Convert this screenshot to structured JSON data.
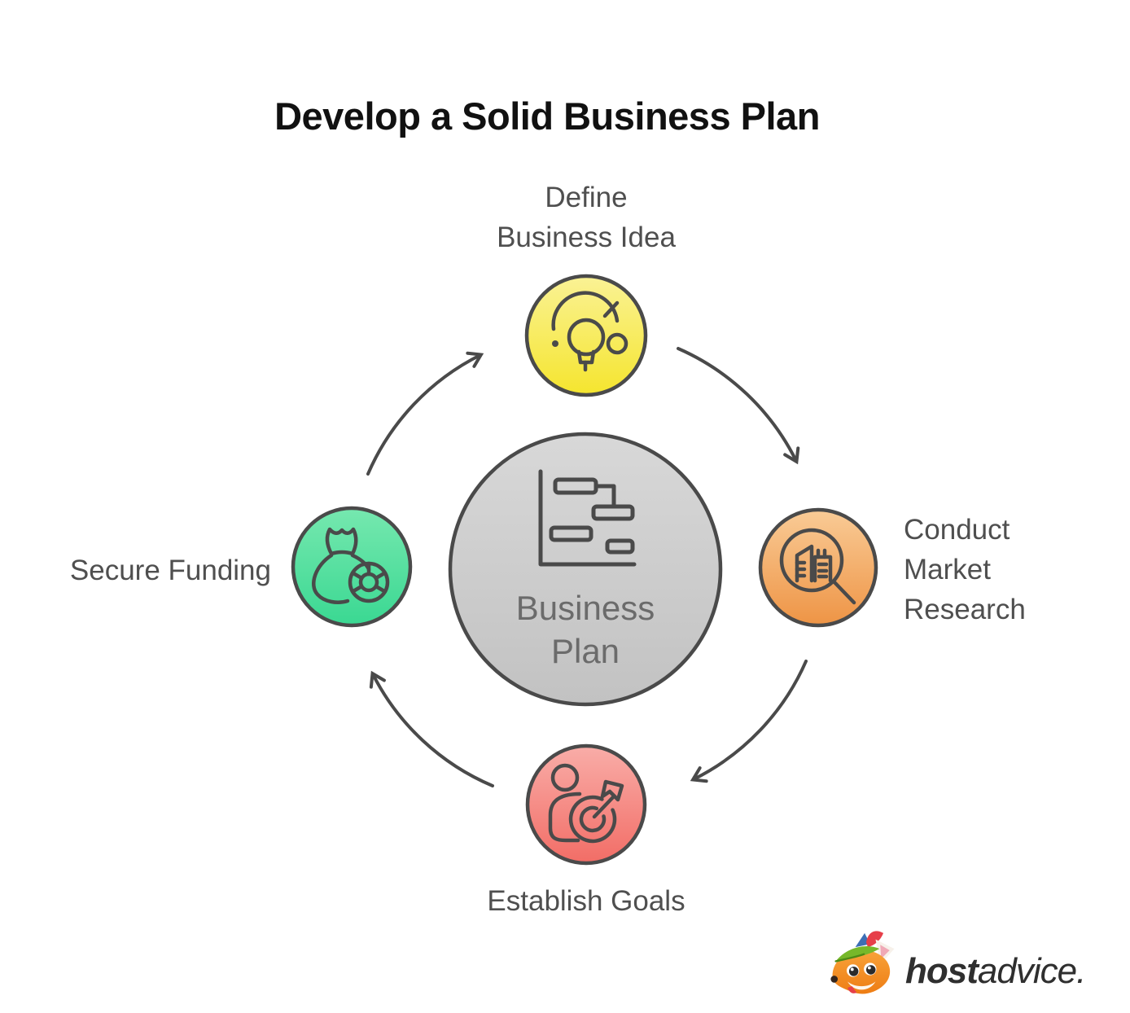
{
  "title": "Develop a Solid Business Plan",
  "center": {
    "label": "Business\nPlan",
    "icon": "gantt-chart-icon"
  },
  "nodes": {
    "define": {
      "label": "Define\nBusiness Idea",
      "icon": "lightbulb-icon"
    },
    "research": {
      "label": "Conduct\nMarket\nResearch",
      "icon": "magnifier-buildings-icon"
    },
    "goals": {
      "label": "Establish Goals",
      "icon": "person-target-icon"
    },
    "funding": {
      "label": "Secure Funding",
      "icon": "money-bag-icon"
    }
  },
  "flow_order": [
    "define",
    "research",
    "goals",
    "funding"
  ],
  "colors": {
    "stroke": "#4a4a4a",
    "title_text": "#111111",
    "label_text": "#4f4f4f",
    "center_text": "#6b6b6b",
    "center": [
      "#d8d8d8",
      "#c2c2c2"
    ],
    "define": [
      "#faf295",
      "#f5e52e"
    ],
    "research": [
      "#f9cb96",
      "#ee9445"
    ],
    "goals": [
      "#f9ada8",
      "#f26d66"
    ],
    "funding": [
      "#76e8af",
      "#3ad892"
    ]
  },
  "logo": {
    "brand_bold": "host",
    "brand_regular": "advice.",
    "icon": "fox-mascot-icon"
  }
}
